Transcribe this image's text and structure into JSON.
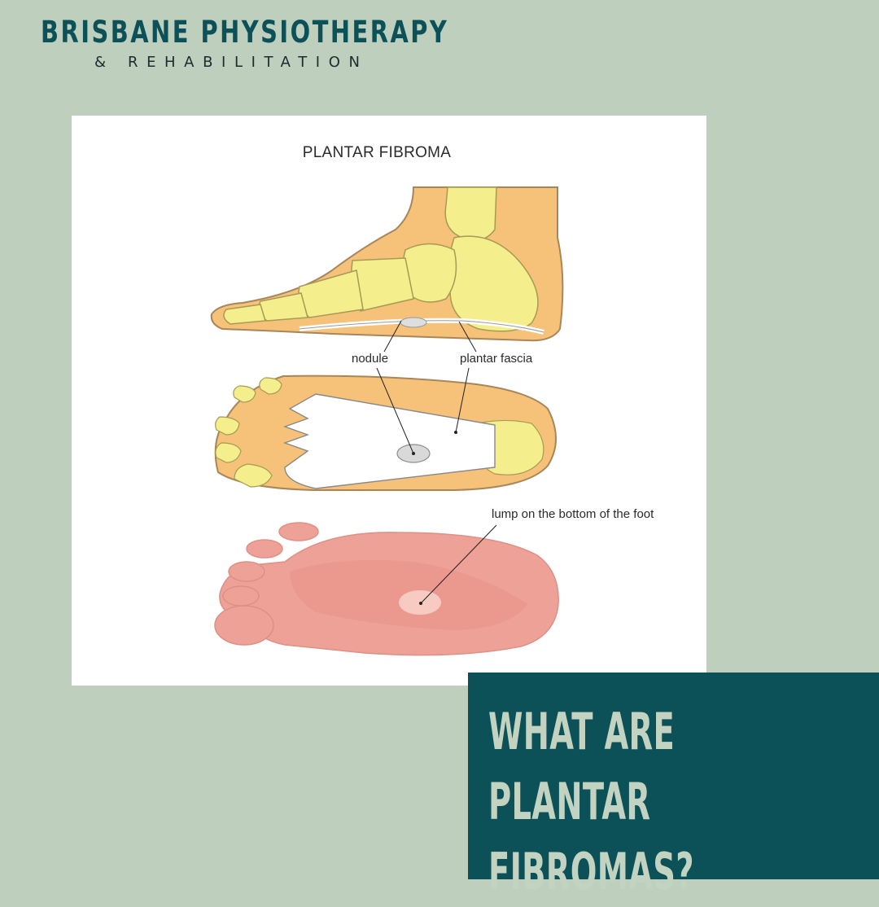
{
  "brand": {
    "name": "BRISBANE PHYSIOTHERAPY",
    "subtitle": "& REHABILITATION"
  },
  "illustration": {
    "title": "PLANTAR FIBROMA",
    "labels": {
      "nodule": "nodule",
      "plantar_fascia": "plantar fascia",
      "lump": "lump on the bottom of the foot"
    }
  },
  "headline": {
    "text": "WHAT ARE PLANTAR FIBROMAS?"
  },
  "colors": {
    "background": "#bfcfbe",
    "brand_teal": "#0c5157",
    "headline_text": "#c3d3c1",
    "skin_orange": "#f6c27a",
    "bone_yellow": "#f4ee8c",
    "sole_pink": "#eea197"
  }
}
